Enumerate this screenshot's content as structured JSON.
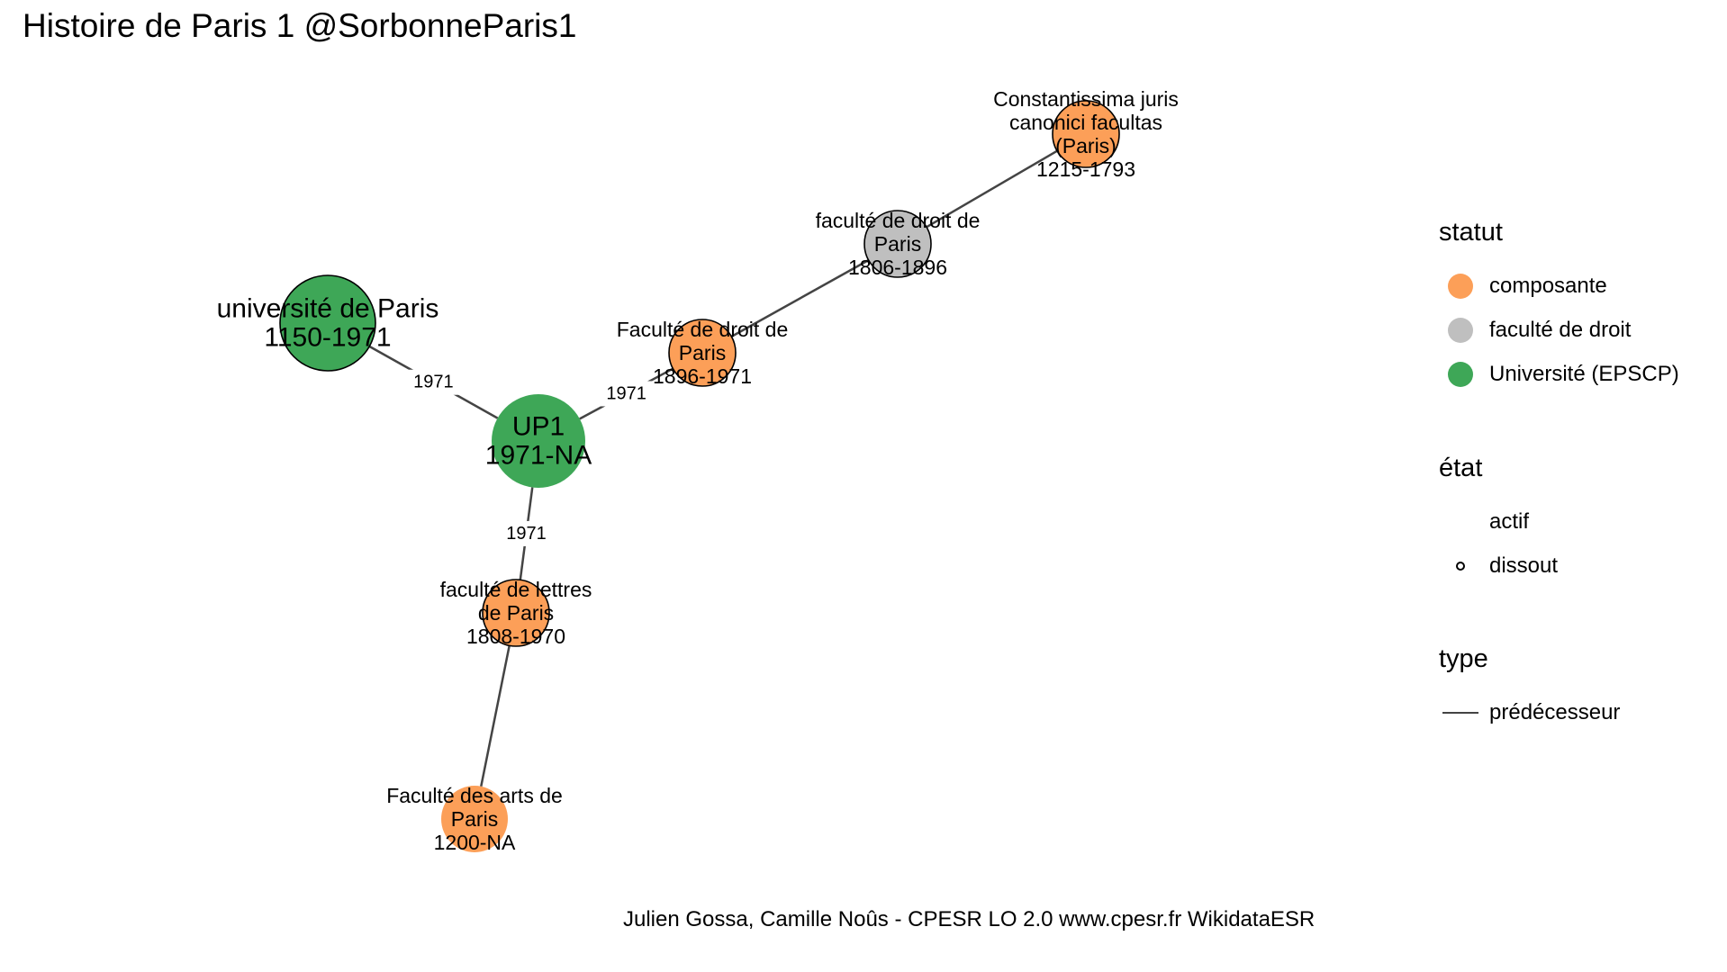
{
  "title": "Histoire de Paris 1 @SorbonneParis1",
  "caption": "Julien Gossa, Camille Noûs - CPESR LO 2.0 www.cpesr.fr WikidataESR",
  "colors": {
    "composante": "#fc9f58",
    "faculte_de_droit": "#bfbfbf",
    "universite": "#3ea757",
    "edge": "#444444"
  },
  "nodes": [
    {
      "id": "up1",
      "lines": [
        "UP1",
        "1971-NA"
      ],
      "statut": "Université (EPSCP)",
      "etat": "actif"
    },
    {
      "id": "univ-paris",
      "lines": [
        "université de Paris",
        "1150-1971"
      ],
      "statut": "Université (EPSCP)",
      "etat": "dissout"
    },
    {
      "id": "fac-droit-1896",
      "lines": [
        "Faculté de droit de",
        "Paris",
        "1896-1971"
      ],
      "statut": "composante",
      "etat": "dissout"
    },
    {
      "id": "fac-droit-1806",
      "lines": [
        "faculté de droit de",
        "Paris",
        "1806-1896"
      ],
      "statut": "faculté de droit",
      "etat": "dissout"
    },
    {
      "id": "constantissima",
      "lines": [
        "Constantissima juris",
        "canonici facultas",
        "(Paris)",
        "1215-1793"
      ],
      "statut": "composante",
      "etat": "dissout"
    },
    {
      "id": "fac-lettres",
      "lines": [
        "faculté de lettres",
        "de Paris",
        "1808-1970"
      ],
      "statut": "composante",
      "etat": "dissout"
    },
    {
      "id": "fac-arts",
      "lines": [
        "Faculté des arts de",
        "Paris",
        "1200-NA"
      ],
      "statut": "composante",
      "etat": "actif"
    }
  ],
  "edges": [
    {
      "from": "univ-paris",
      "to": "up1",
      "label": "1971",
      "type": "prédécesseur"
    },
    {
      "from": "fac-droit-1896",
      "to": "up1",
      "label": "1971",
      "type": "prédécesseur"
    },
    {
      "from": "fac-lettres",
      "to": "up1",
      "label": "1971",
      "type": "prédécesseur"
    },
    {
      "from": "fac-droit-1806",
      "to": "fac-droit-1896",
      "label": "",
      "type": "prédécesseur"
    },
    {
      "from": "constantissima",
      "to": "fac-droit-1806",
      "label": "",
      "type": "prédécesseur"
    },
    {
      "from": "fac-arts",
      "to": "fac-lettres",
      "label": "",
      "type": "prédécesseur"
    }
  ],
  "legend": {
    "statut": {
      "title": "statut",
      "items": [
        {
          "label": "composante",
          "color": "#fc9f58"
        },
        {
          "label": "faculté de droit",
          "color": "#bfbfbf"
        },
        {
          "label": "Université (EPSCP)",
          "color": "#3ea757"
        }
      ]
    },
    "etat": {
      "title": "état",
      "items": [
        {
          "label": "actif",
          "marker": "none"
        },
        {
          "label": "dissout",
          "marker": "hollow-circle"
        }
      ]
    },
    "type": {
      "title": "type",
      "items": [
        {
          "label": "prédécesseur",
          "marker": "line"
        }
      ]
    }
  }
}
